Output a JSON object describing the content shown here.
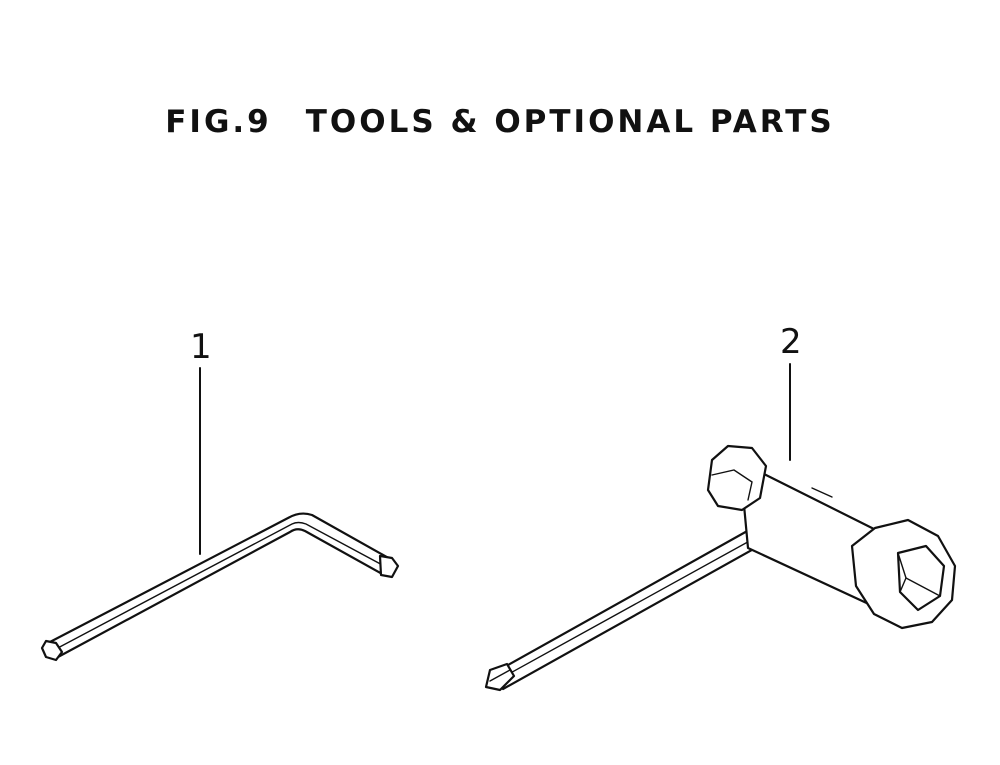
{
  "figure": {
    "label": "FIG.9",
    "title": "TOOLS & OPTIONAL PARTS"
  },
  "parts": [
    {
      "number": "1",
      "icon": "hex-key-wrench-icon"
    },
    {
      "number": "2",
      "icon": "t-socket-wrench-icon"
    }
  ],
  "colors": {
    "ink": "#111111",
    "paper": "#ffffff"
  }
}
